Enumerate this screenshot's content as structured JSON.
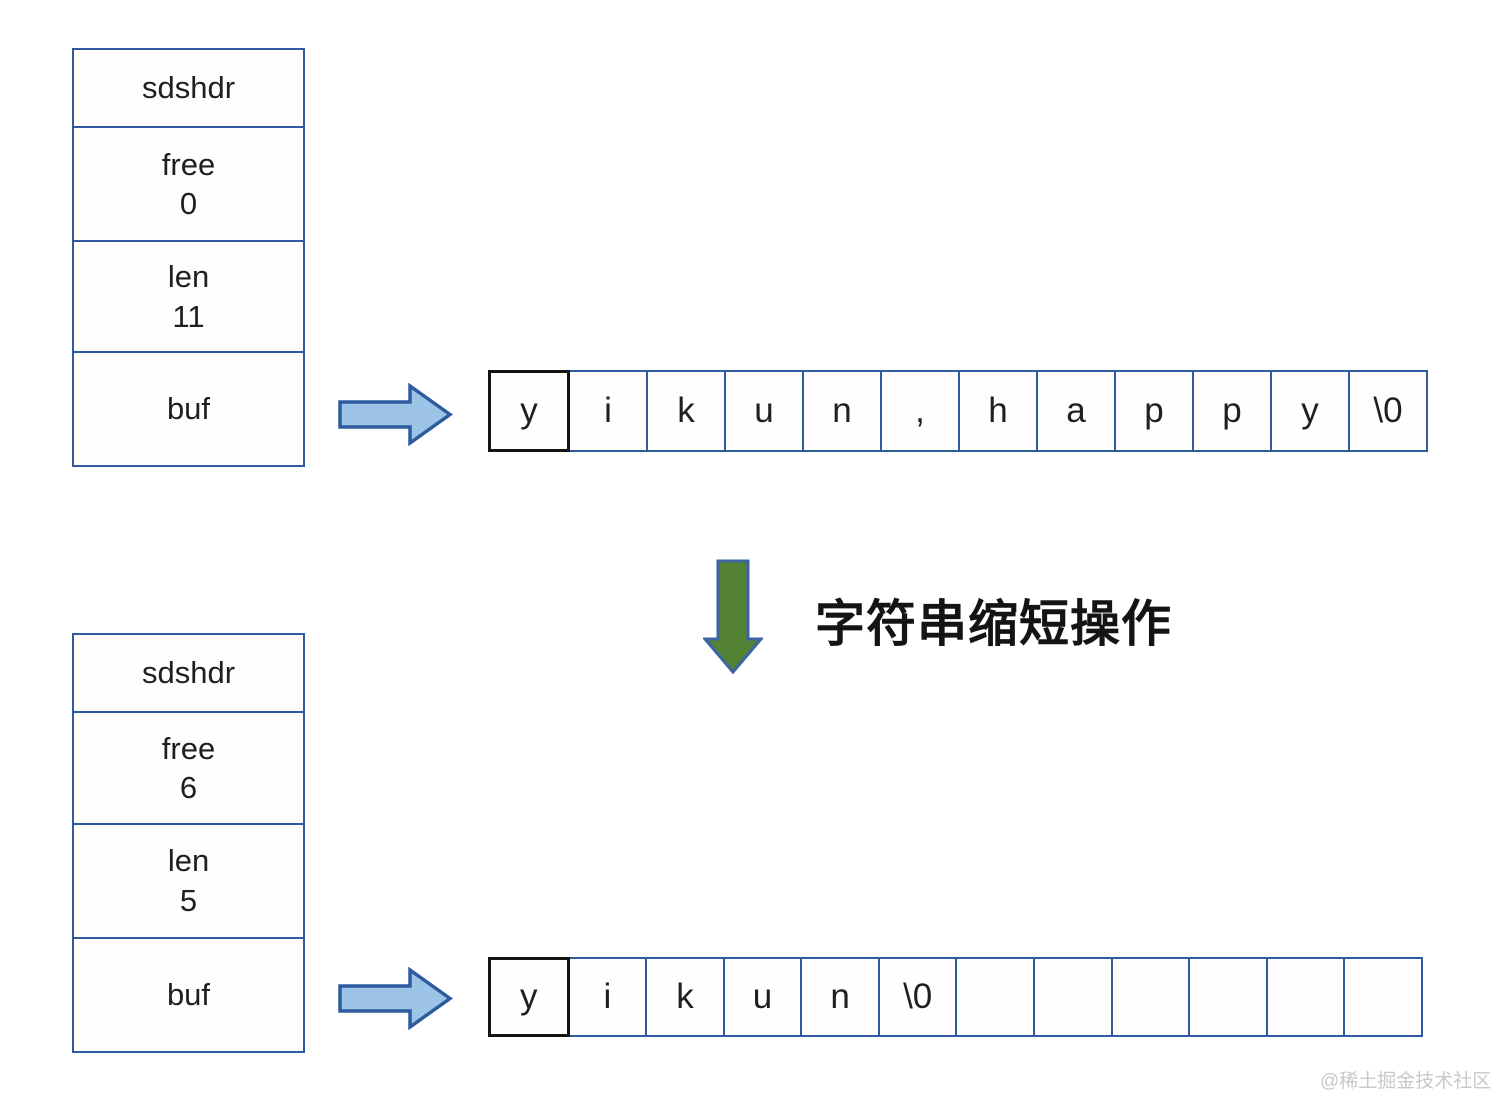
{
  "top_struct": {
    "rows": [
      {
        "label": "sdshdr",
        "value": ""
      },
      {
        "label": "free",
        "value": "0"
      },
      {
        "label": "len",
        "value": "11"
      },
      {
        "label": "buf",
        "value": ""
      }
    ]
  },
  "top_array": {
    "cells": [
      "y",
      "i",
      "k",
      "u",
      "n",
      ",",
      "h",
      "a",
      "p",
      "p",
      "y",
      "\\0"
    ]
  },
  "transition": {
    "label": "字符串缩短操作"
  },
  "bottom_struct": {
    "rows": [
      {
        "label": "sdshdr",
        "value": ""
      },
      {
        "label": "free",
        "value": "6"
      },
      {
        "label": "len",
        "value": "5"
      },
      {
        "label": "buf",
        "value": ""
      }
    ]
  },
  "bottom_array": {
    "cells": [
      "y",
      "i",
      "k",
      "u",
      "n",
      "\\0",
      "",
      "",
      "",
      "",
      "",
      ""
    ]
  },
  "watermark": "@稀土掘金技术社区",
  "icons": {
    "buf_pointer": "right-arrow-icon",
    "transition_arrow": "down-arrow-icon"
  },
  "colors": {
    "box_border": "#2e5b9e",
    "first_cell_border": "#141414",
    "right_arrow_fill": "#9dc3e6",
    "right_arrow_stroke": "#2e5b9e",
    "down_arrow_fill": "#548235",
    "down_arrow_stroke": "#3c64a3",
    "text": "#141414",
    "watermark": "#c8c8c8"
  }
}
